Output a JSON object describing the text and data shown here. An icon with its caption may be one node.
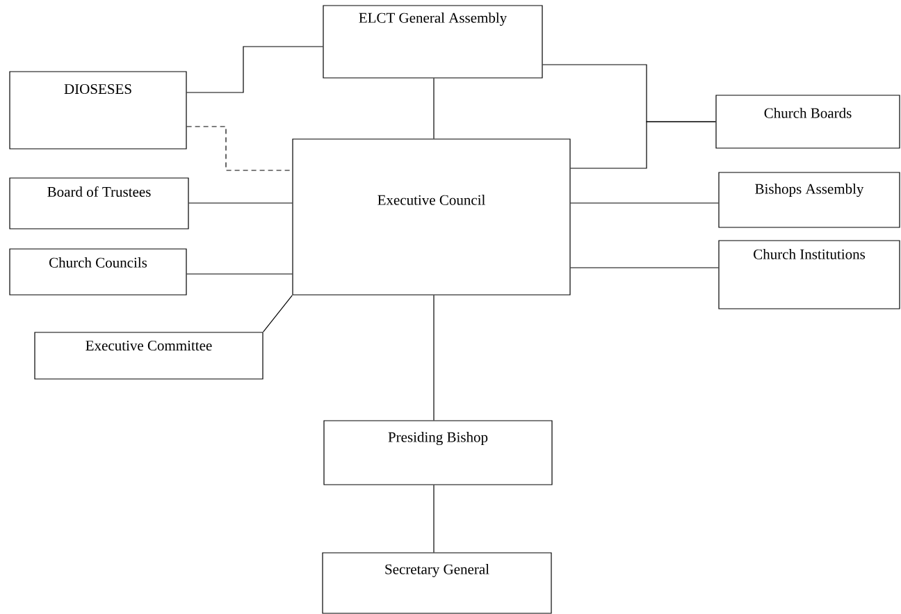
{
  "diagram": {
    "nodes": [
      {
        "text": [
          "ELCT General Assembly"
        ]
      },
      {
        "text": [
          "DIOSESES"
        ]
      },
      {
        "text": [
          "Church Boards"
        ]
      },
      {
        "text": [
          "Executive Council"
        ]
      },
      {
        "text": [
          "Board of Trustees"
        ]
      },
      {
        "text": [
          "Bishops Assembly"
        ]
      },
      {
        "text": [
          "Church Councils"
        ]
      },
      {
        "text": [
          "Church Institutions"
        ]
      },
      {
        "text": [
          "Executive Committee"
        ]
      },
      {
        "text": [
          "Presiding Bishop"
        ]
      },
      {
        "text": [
          "Secretary General"
        ]
      }
    ],
    "edges": [
      {
        "from": 1,
        "to": 0,
        "arrow": "none"
      },
      {
        "from": 1,
        "to": 3,
        "arrow": "none",
        "style": "dashed"
      },
      {
        "from": 0,
        "to": 3,
        "arrow": "none"
      },
      {
        "from": 0,
        "to": 2,
        "arrow": "none"
      },
      {
        "from": 3,
        "to": 2,
        "arrow": "none"
      },
      {
        "from": 4,
        "to": 3,
        "arrow": "none"
      },
      {
        "from": 3,
        "to": 5,
        "arrow": "none"
      },
      {
        "from": 6,
        "to": 3,
        "arrow": "none"
      },
      {
        "from": 3,
        "to": 7,
        "arrow": "none"
      },
      {
        "from": 8,
        "to": 3,
        "arrow": "none"
      },
      {
        "from": 3,
        "to": 9,
        "arrow": "none"
      },
      {
        "from": 9,
        "to": 10,
        "arrow": "none"
      }
    ]
  }
}
